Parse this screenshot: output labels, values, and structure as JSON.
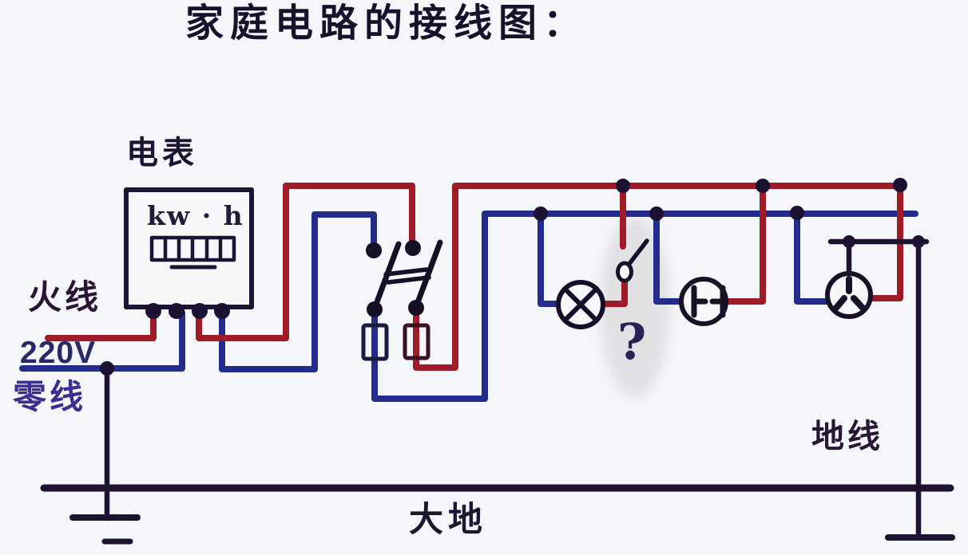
{
  "title": "家庭电路的接线图：",
  "labels": {
    "meter": "电表",
    "meter_unit": "kw · h",
    "live_wire": "火线",
    "voltage": "220V",
    "neutral_wire": "零线",
    "ground_wire": "地线",
    "earth": "大地",
    "switch_question": "?"
  },
  "colors": {
    "live_wire_red": "#a01b28",
    "neutral_wire_blue": "#232c8c",
    "ground_black": "#1d1330",
    "symbol_black": "#191126",
    "junction_dot": "#1c1130",
    "highlight_gray": "#d7d7da",
    "background": "#f5f6f9"
  },
  "components": {
    "meter": "electric energy meter (kW·h)",
    "knife_switch": "double-pole knife switch",
    "fuses": "fuse in each pole",
    "lamp": "lamp with single-pole switch",
    "socket_two_hole": "two-hole socket",
    "socket_three_hole": "three-hole socket with ground pin",
    "earth": "earth line with ground electrodes"
  }
}
